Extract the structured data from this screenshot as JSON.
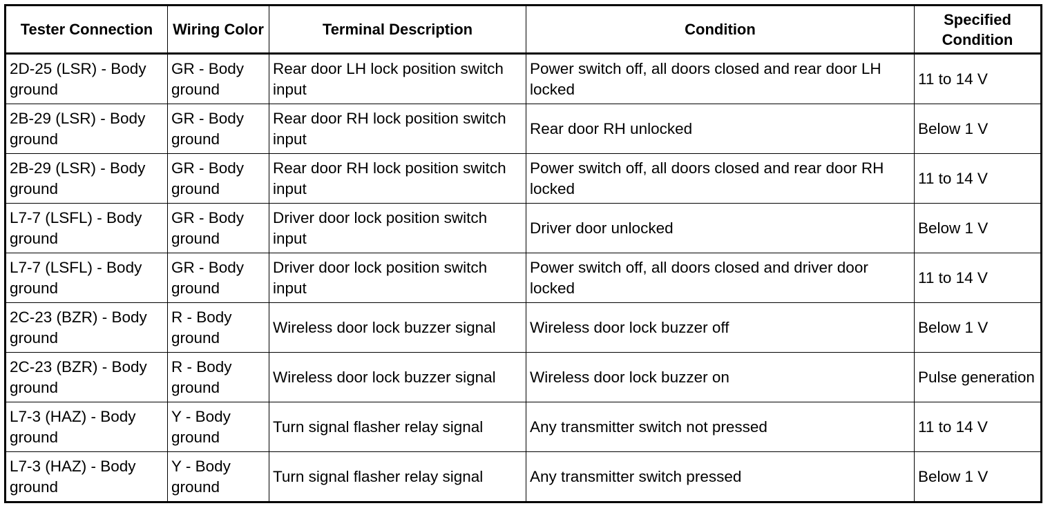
{
  "table": {
    "headers": [
      "Tester Connection",
      "Wiring Color",
      "Terminal Description",
      "Condition",
      "Specified Condition"
    ],
    "rows": [
      [
        "2D-25 (LSR) - Body ground",
        "GR - Body ground",
        "Rear door LH lock position switch input",
        "Power switch off, all doors closed and rear door LH locked",
        "11 to 14 V"
      ],
      [
        "2B-29 (LSR) - Body ground",
        "GR - Body ground",
        "Rear door RH lock position switch input",
        "Rear door RH unlocked",
        "Below 1 V"
      ],
      [
        "2B-29 (LSR) - Body ground",
        "GR - Body ground",
        "Rear door RH lock position switch input",
        "Power switch off, all doors closed and rear door RH locked",
        "11 to 14 V"
      ],
      [
        "L7-7 (LSFL) - Body ground",
        "GR - Body ground",
        "Driver door lock position switch input",
        "Driver door unlocked",
        "Below 1 V"
      ],
      [
        "L7-7 (LSFL) - Body ground",
        "GR - Body ground",
        "Driver door lock position switch input",
        "Power switch off, all doors closed and driver door locked",
        "11 to 14 V"
      ],
      [
        "2C-23 (BZR) - Body ground",
        "R - Body ground",
        "Wireless door lock buzzer signal",
        "Wireless door lock buzzer off",
        "Below 1 V"
      ],
      [
        "2C-23 (BZR) - Body ground",
        "R - Body ground",
        "Wireless door lock buzzer signal",
        "Wireless door lock buzzer on",
        "Pulse generation"
      ],
      [
        "L7-3 (HAZ) - Body ground",
        "Y - Body ground",
        "Turn signal flasher relay signal",
        "Any transmitter switch not pressed",
        "11 to 14 V"
      ],
      [
        "L7-3 (HAZ) - Body ground",
        "Y - Body ground",
        "Turn signal flasher relay signal",
        "Any transmitter switch pressed",
        "Below 1 V"
      ]
    ]
  }
}
